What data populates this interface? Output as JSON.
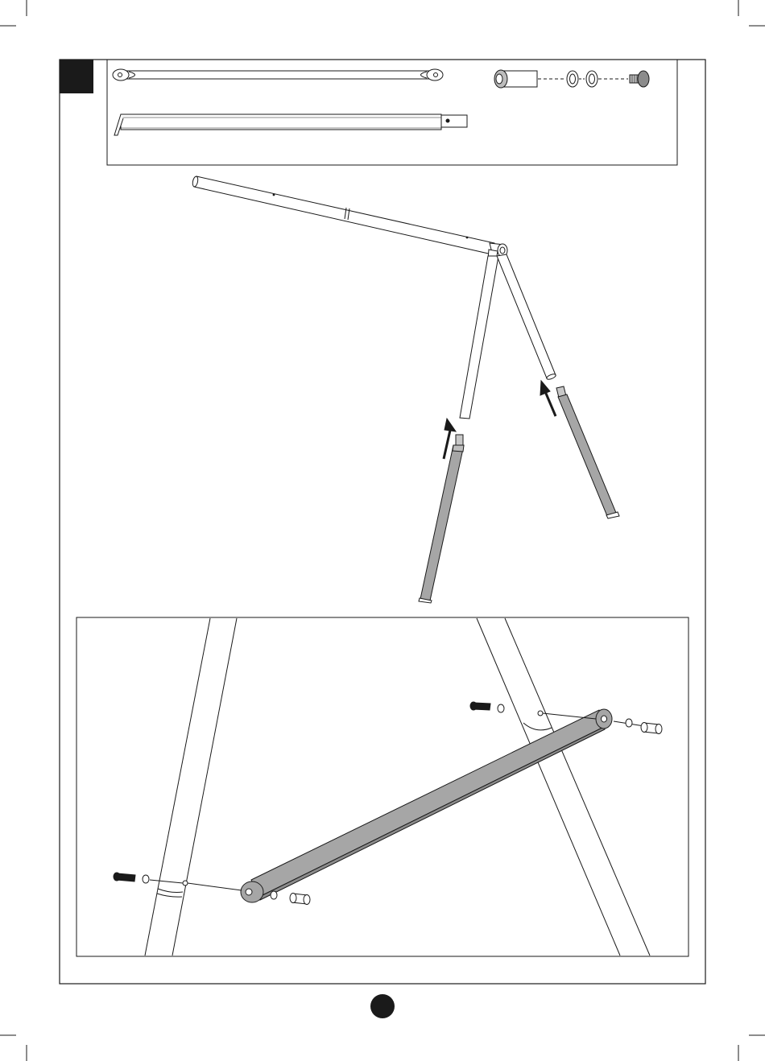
{
  "page": {
    "step_number": "",
    "page_number": ""
  },
  "colors": {
    "ink": "#1a1a1a",
    "part_grey": "#a6a6a6",
    "part_grey_dark": "#8c8c8c",
    "paper": "#ffffff"
  },
  "parts_panel": {
    "items": [
      "cross-brace",
      "leg-tube",
      "bolt-nut-kit"
    ]
  },
  "icons": [
    "arrow-up-icon",
    "arrow-up-icon"
  ]
}
